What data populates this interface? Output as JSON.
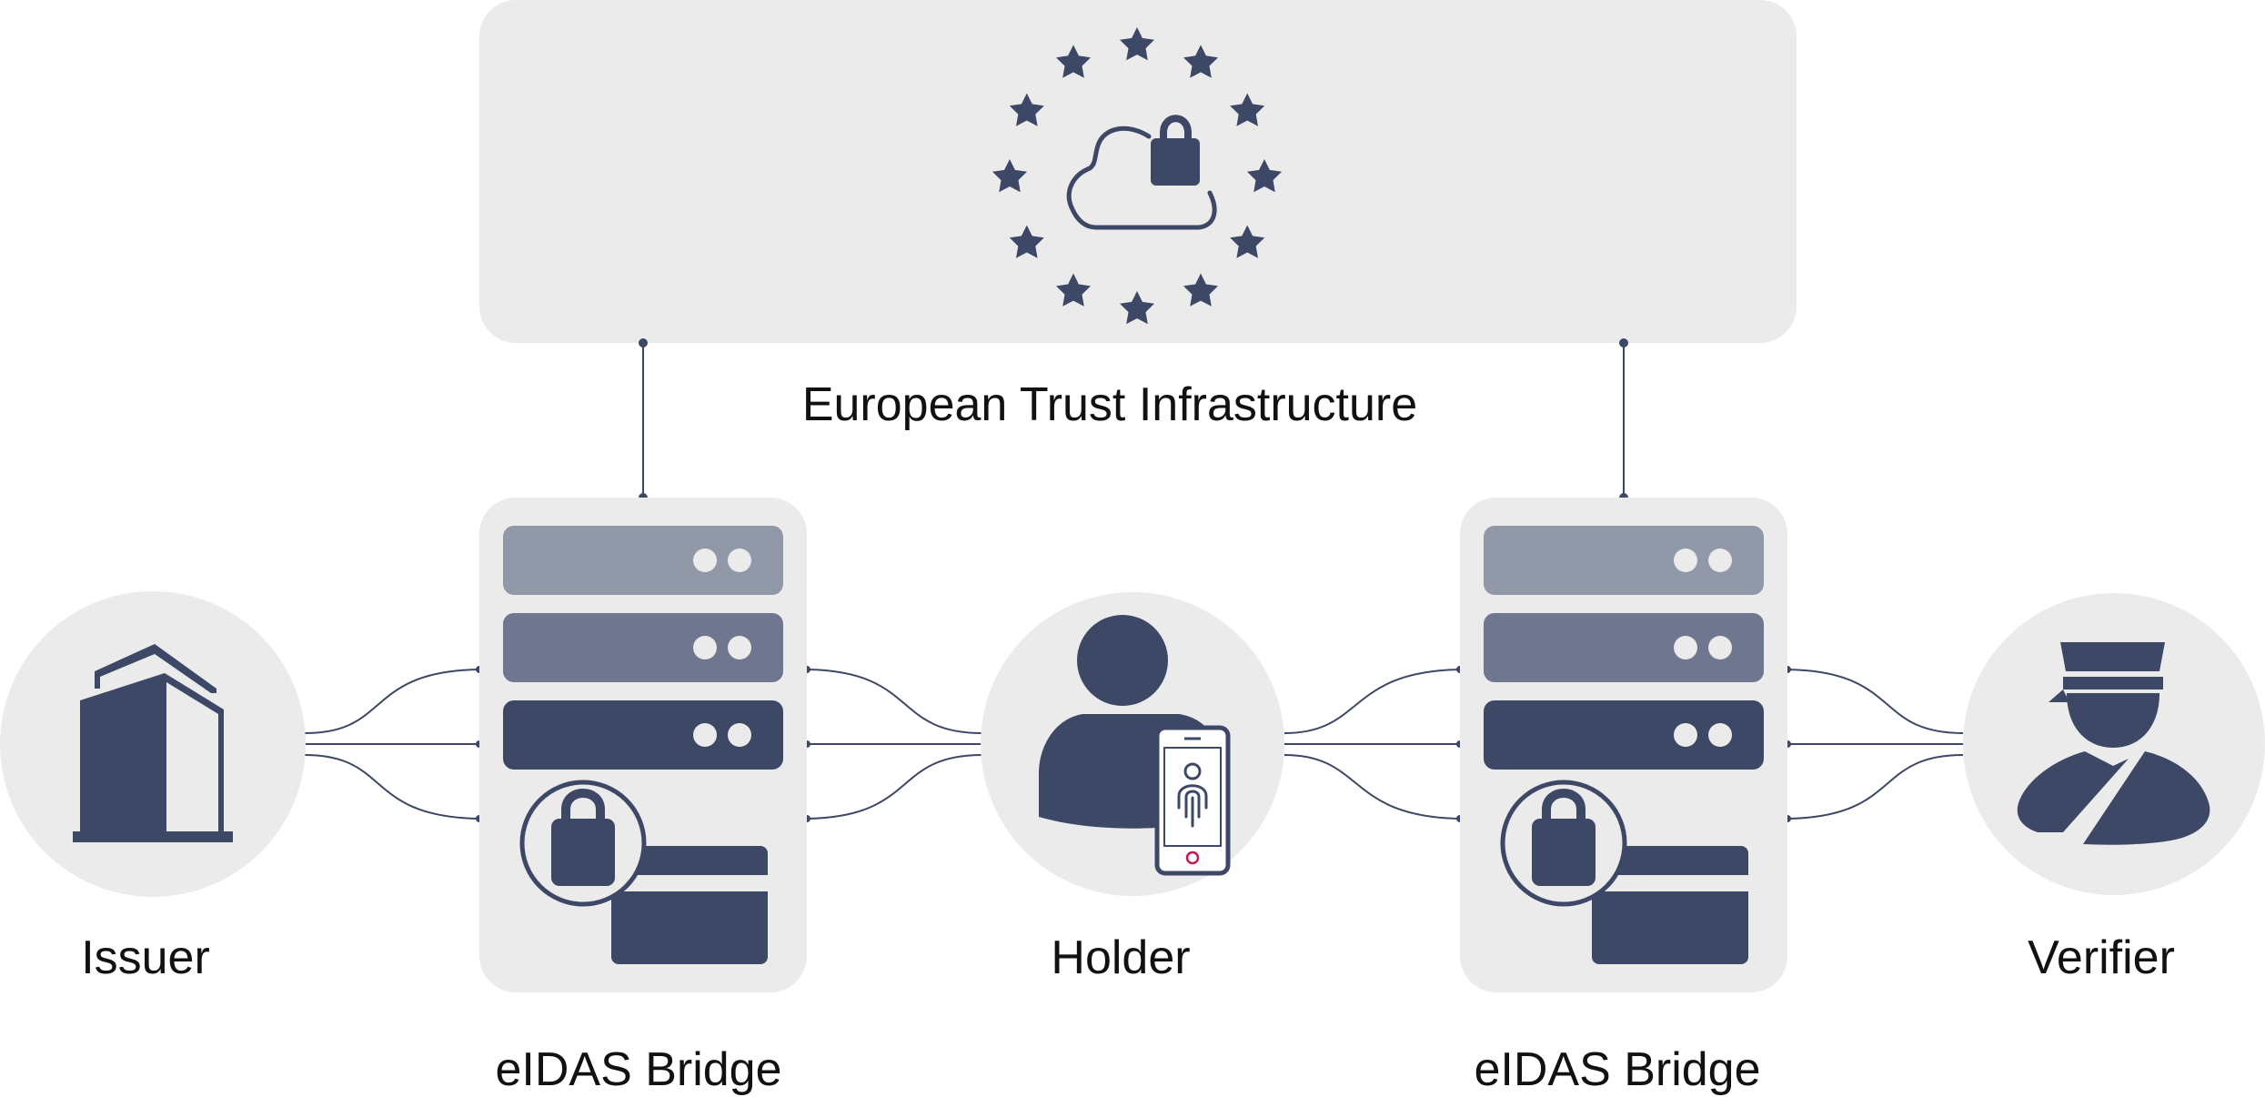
{
  "trust": {
    "title": "European Trust Infrastructure"
  },
  "actors": {
    "issuer": {
      "label": "Issuer"
    },
    "holder": {
      "label": "Holder"
    },
    "verifier": {
      "label": "Verifier"
    }
  },
  "bridges": {
    "left": {
      "label": "eIDAS Bridge"
    },
    "right": {
      "label": "eIDAS Bridge"
    }
  },
  "colors": {
    "panel": "#ebebeb",
    "navy": "#3d4766",
    "server_light": "#9198a8",
    "server_mid": "#6e7690",
    "line": "#3d4766",
    "accent": "#c2185b"
  },
  "icons": {
    "trust": [
      "eu-star-icon",
      "cloud-lock-icon"
    ],
    "issuer": "building-icon",
    "holder": [
      "person-icon",
      "smartphone-fingerprint-icon"
    ],
    "verifier": "officer-icon",
    "bridge": [
      "server-rack-icon",
      "padlock-icon",
      "card-icon"
    ]
  }
}
